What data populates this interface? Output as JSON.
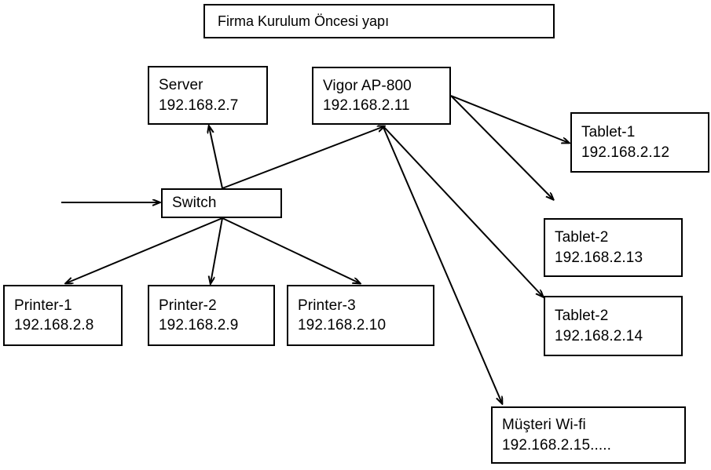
{
  "diagram": {
    "title": "Firma Kurulum Öncesi yapı",
    "language": "tr",
    "nodes": {
      "server": {
        "name": "Server",
        "ip": "192.168.2.7"
      },
      "vigor": {
        "name": "Vigor AP-800",
        "ip": "192.168.2.11"
      },
      "switch": {
        "name": "Switch"
      },
      "tablet1": {
        "name": "Tablet-1",
        "ip": "192.168.2.12"
      },
      "tablet2a": {
        "name": "Tablet-2",
        "ip": "192.168.2.13"
      },
      "tablet2b": {
        "name": "Tablet-2",
        "ip": "192.168.2.14"
      },
      "printer1": {
        "name": "Printer-1",
        "ip": "192.168.2.8"
      },
      "printer2": {
        "name": "Printer-2",
        "ip": "192.168.2.9"
      },
      "printer3": {
        "name": "Printer-3",
        "ip": "192.168.2.10"
      },
      "wifi": {
        "name": "Müşteri Wi-fi",
        "ip": "192.168.2.15....."
      }
    },
    "colors": {
      "stroke": "#000000",
      "background": "#ffffff",
      "text": "#000000"
    },
    "connections": [
      {
        "from": "external",
        "to": "switch",
        "style": "arrow"
      },
      {
        "from": "switch",
        "to": "server",
        "style": "arrow"
      },
      {
        "from": "switch",
        "to": "vigor",
        "style": "arrow"
      },
      {
        "from": "switch",
        "to": "printer1",
        "style": "arrow"
      },
      {
        "from": "switch",
        "to": "printer2",
        "style": "arrow"
      },
      {
        "from": "switch",
        "to": "printer3",
        "style": "arrow"
      },
      {
        "from": "vigor",
        "to": "tablet1",
        "style": "arrow"
      },
      {
        "from": "vigor",
        "to": "tablet2a",
        "style": "arrow"
      },
      {
        "from": "vigor",
        "to": "tablet2b",
        "style": "arrow"
      },
      {
        "from": "vigor",
        "to": "wifi",
        "style": "arrow"
      }
    ]
  }
}
